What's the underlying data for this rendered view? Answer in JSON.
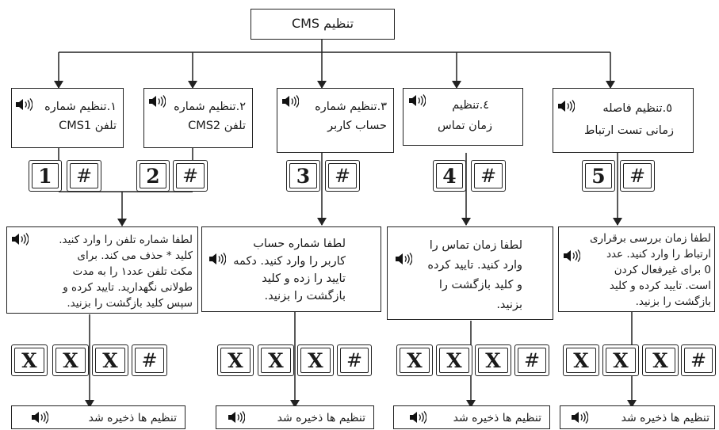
{
  "title": "تنظیم CMS",
  "settings": [
    {
      "line1": "١.تنظیم شماره",
      "line2": "تلفن CMS1"
    },
    {
      "line1": "٢.تنظیم شماره",
      "line2": "تلفن CMS2"
    },
    {
      "line1": "٣.تنظیم شماره",
      "line2": "حساب کاربر"
    },
    {
      "line1": "٤.تنظیم",
      "line2": "زمان تماس"
    },
    {
      "line1": "٥.تنظیم فاصله",
      "line2": "زمانی تست ارتباط"
    }
  ],
  "keys": {
    "one": "1",
    "two": "2",
    "three": "3",
    "four": "4",
    "five": "5",
    "hash": "#",
    "x": "X"
  },
  "prompts": [
    [
      "لطفا شماره تلفن را وارد کنید.",
      "کلید * حذف می کند. برای",
      "مکث تلفن عدد۱ را به مدت",
      "طولانی نگهدارید. تایید کرده و",
      "سپس کلید بازگشت را بزنید."
    ],
    [
      "لطفا شماره حساب",
      "کاربر را وارد کنید. دکمه",
      "تایید را زده و کلید",
      "بازگشت را بزنید."
    ],
    [
      "لطفا زمان تماس را",
      "وارد کنید. تایید کرده",
      "و کلید بازگشت را",
      "بزنید."
    ],
    [
      "لطفا زمان بررسی برقراری",
      "ارتباط را وارد کنید. عدد",
      "0 برای غیرفعال کردن",
      "است. تایید کرده و کلید",
      "بازگشت را بزنید."
    ]
  ],
  "saved": "تنظیم ها ذخیره شد"
}
